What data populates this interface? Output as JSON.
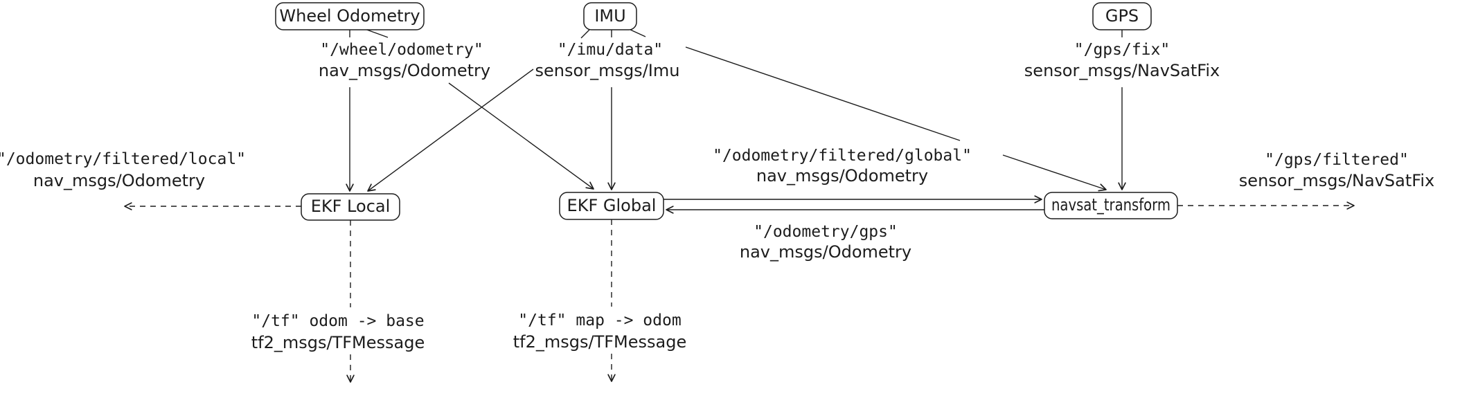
{
  "diagram": {
    "title": "ROS robot_localization node and topic diagram",
    "colors": {
      "ink": "#1c1c1c",
      "background": "#ffffff"
    },
    "nodes": {
      "wheel_odometry": {
        "label": "Wheel Odometry"
      },
      "imu": {
        "label": "IMU"
      },
      "gps": {
        "label": "GPS"
      },
      "ekf_local": {
        "label": "EKF Local"
      },
      "ekf_global": {
        "label": "EKF Global"
      },
      "navsat_transform": {
        "label": "navsat_transform"
      }
    },
    "topics": {
      "wheel": {
        "name": "\"/wheel/odometry\"",
        "type": "nav_msgs/Odometry"
      },
      "imu": {
        "name": "\"/imu/data\"",
        "type": "sensor_msgs/Imu"
      },
      "gps": {
        "name": "\"/gps/fix\"",
        "type": "sensor_msgs/NavSatFix"
      },
      "odom_filtered_local": {
        "name": "\"/odometry/filtered/local\"",
        "type": "nav_msgs/Odometry"
      },
      "odom_filtered_global": {
        "name": "\"/odometry/filtered/global\"",
        "type": "nav_msgs/Odometry"
      },
      "odom_gps": {
        "name": "\"/odometry/gps\"",
        "type": "nav_msgs/Odometry"
      },
      "gps_filtered": {
        "name": "\"/gps/filtered\"",
        "type": "sensor_msgs/NavSatFix"
      },
      "tf_odom_base": {
        "name": "\"/tf\" odom -> base",
        "type": "tf2_msgs/TFMessage"
      },
      "tf_map_odom": {
        "name": "\"/tf\" map -> odom",
        "type": "tf2_msgs/TFMessage"
      }
    }
  }
}
